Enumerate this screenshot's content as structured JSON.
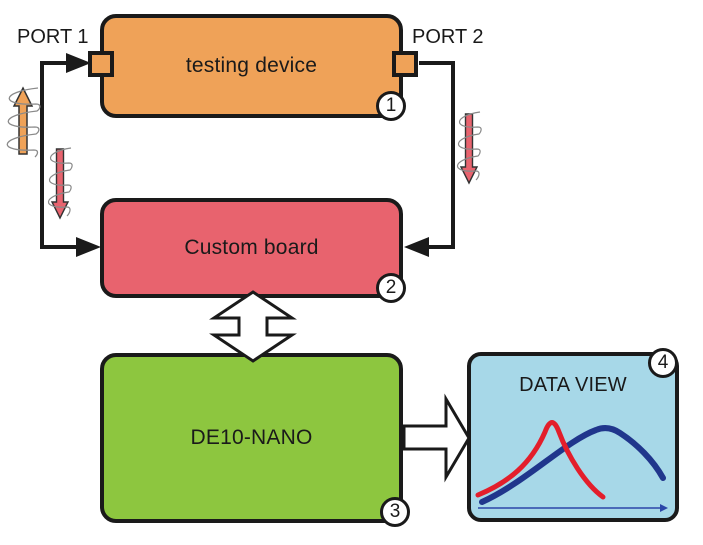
{
  "figure": {
    "boxes": {
      "testing_device": {
        "label": "testing device",
        "number": "1",
        "fill": "#EFA258"
      },
      "custom_board": {
        "label": "Custom board",
        "number": "2",
        "fill": "#E8636E"
      },
      "de10_nano": {
        "label": "DE10-NANO",
        "number": "3",
        "fill": "#8DC63F"
      },
      "data_view": {
        "label": "DATA VIEW",
        "number": "4",
        "fill": "#A7D8E8"
      }
    },
    "ports": {
      "port1": "PORT 1",
      "port2": "PORT 2"
    },
    "colors": {
      "outline": "#1a1a1a",
      "orange_signal": "#EFA258",
      "red_signal": "#E8636E",
      "coil_gray": "#8a8a8a",
      "curve_red": "#E31E2B",
      "curve_blue": "#20368C",
      "axis_blue": "#2B46A8",
      "hollow_arrow_fill": "#ffffff"
    }
  }
}
